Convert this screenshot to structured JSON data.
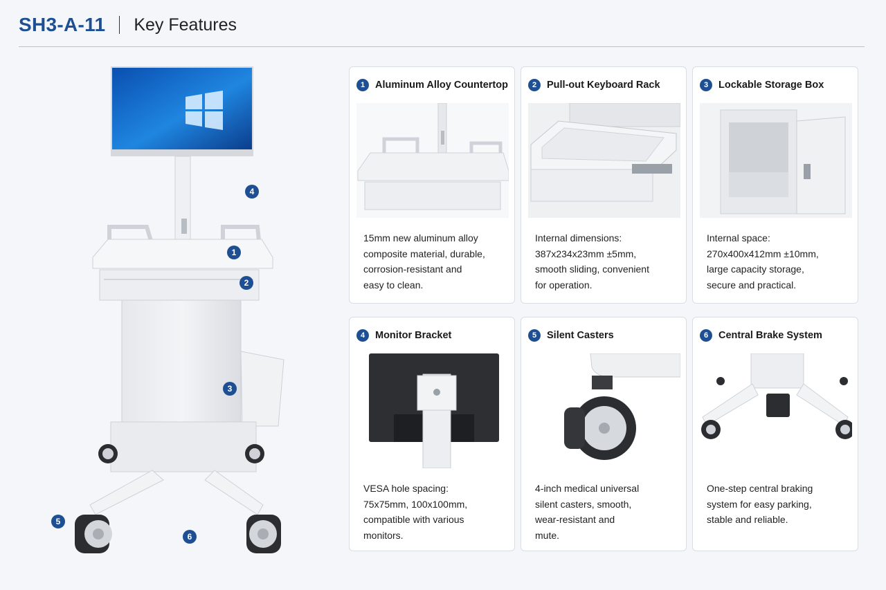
{
  "header": {
    "model": "SH3-A-11",
    "subtitle": "Key Features"
  },
  "hero": {
    "badges": [
      "1",
      "2",
      "3",
      "4",
      "5",
      "6"
    ]
  },
  "features": [
    {
      "number": "1",
      "title": "Aluminum Alloy Countertop",
      "image_icon": "countertop-photo",
      "description": [
        "15mm new aluminum alloy",
        "composite material, durable,",
        "corrosion-resistant and",
        "easy to clean."
      ]
    },
    {
      "number": "2",
      "title": "Pull-out Keyboard Rack",
      "image_icon": "keyboard-drawer-photo",
      "description": [
        "Internal dimensions:",
        "387x234x23mm ±5mm,",
        "smooth sliding, convenient",
        "for operation."
      ]
    },
    {
      "number": "3",
      "title": "Lockable Storage Box",
      "image_icon": "storage-cabinet-photo",
      "description": [
        "Internal space:",
        "270x400x412mm ±10mm,",
        "large capacity storage,",
        "secure and practical."
      ]
    },
    {
      "number": "4",
      "title": "Monitor Bracket",
      "image_icon": "monitor-bracket-photo",
      "description": [
        "VESA hole spacing:",
        "75x75mm, 100x100mm,",
        "compatible with various",
        "monitors."
      ]
    },
    {
      "number": "5",
      "title": "Silent Casters",
      "image_icon": "caster-wheel-photo",
      "description": [
        "4-inch medical universal",
        "silent casters, smooth,",
        "wear-resistant and",
        "mute."
      ]
    },
    {
      "number": "6",
      "title": "Central Brake System",
      "image_icon": "brake-pedal-photo",
      "description": [
        "One-step central braking",
        "system for easy parking,",
        "stable and reliable."
      ]
    }
  ],
  "colors": {
    "accent": "#1f4f93",
    "background": "#f4f6f9",
    "card": "#ffffff"
  }
}
